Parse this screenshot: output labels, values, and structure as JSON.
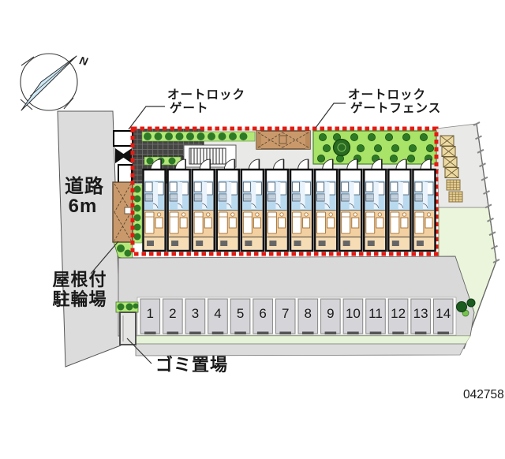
{
  "plan": {
    "id_number": "042758",
    "compass": {
      "north_label": "N"
    },
    "labels": {
      "autolock_gate_line1": "オートロック",
      "autolock_gate_line2": "ゲート",
      "autolock_fence_line1": "オートロック",
      "autolock_fence_line2": "ゲートフェンス",
      "road_line1": "道路",
      "road_line2": "6m",
      "bicycle_line1": "屋根付",
      "bicycle_line2": "駐輪場",
      "garbage": "ゴミ置場"
    },
    "parking": {
      "spaces": [
        "1",
        "2",
        "3",
        "4",
        "5",
        "6",
        "7",
        "8",
        "9",
        "10",
        "11",
        "12",
        "13",
        "14"
      ]
    },
    "building": {
      "unit_count": 12
    },
    "colors": {
      "boundary_red": "#e31b12",
      "road_gray": "#dcdcdd",
      "walkway_gray": "#e9e9e7",
      "tile_dark": "#454543",
      "hedge_green": "#b3e878",
      "tree_green": "#2e7a26",
      "garden_green": "#a9e368",
      "deck_brown": "#c9996b",
      "unit_blue": "#b9d9ef",
      "unit_tan": "#f3d0a1",
      "balcony_tan": "#f6ddb5",
      "stall_gray": "#d5d5d9",
      "yard_green": "#ebf5dc",
      "stair_tan": "#ecd9a2",
      "compass_blue": "#cfe9f6"
    }
  }
}
